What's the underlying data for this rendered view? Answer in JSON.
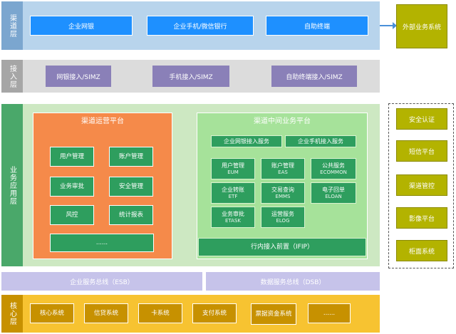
{
  "layers": {
    "channel": {
      "label": "渠道层",
      "buttons": [
        "企业网银",
        "企业手机/微信银行",
        "自助终端"
      ]
    },
    "access": {
      "label": "接入层",
      "buttons": [
        "网银接入/SIMZ",
        "手机接入/SIMZ",
        "自助终端接入/SIMZ"
      ]
    },
    "business": {
      "label": "业务应用层",
      "ops_platform": {
        "title": "渠道运营平台",
        "items": [
          "用户管理",
          "账户管理",
          "业务审批",
          "安全管理",
          "风控",
          "统计报表",
          "......"
        ]
      },
      "middleware": {
        "title": "渠道中间业务平台",
        "top": [
          "企业网银接入服务",
          "企业手机接入服务"
        ],
        "items": [
          {
            "name": "用户管理",
            "code": "EUM"
          },
          {
            "name": "账户管理",
            "code": "EAS"
          },
          {
            "name": "公共服务",
            "code": "ECOMMON"
          },
          {
            "name": "企业转账",
            "code": "ETF"
          },
          {
            "name": "交易查询",
            "code": "EMMS"
          },
          {
            "name": "电子回单",
            "code": "ELOAN"
          },
          {
            "name": "业务审批",
            "code": "ETASK"
          },
          {
            "name": "运营服务",
            "code": "ELOG"
          }
        ],
        "bottom": "行内接入前置（IFIP）"
      }
    },
    "bus": [
      "企业服务总线（ESB）",
      "数据服务总线（DSB）"
    ],
    "core": {
      "label": "核心层",
      "items": [
        "核心系统",
        "信贷系统",
        "卡系统",
        "支付系统",
        "票据资金系统",
        "......"
      ]
    }
  },
  "external": {
    "top": "外部业务系统",
    "items": [
      "安全认证",
      "短信平台",
      "渠道管控",
      "影像平台",
      "柜面系统"
    ]
  },
  "colors": {
    "channel_band": "#b8d4ec",
    "access_band": "#dcdcdc",
    "business_band": "#cde8c2",
    "core_band": "#f7c331",
    "bus": "#c6c3ea"
  }
}
